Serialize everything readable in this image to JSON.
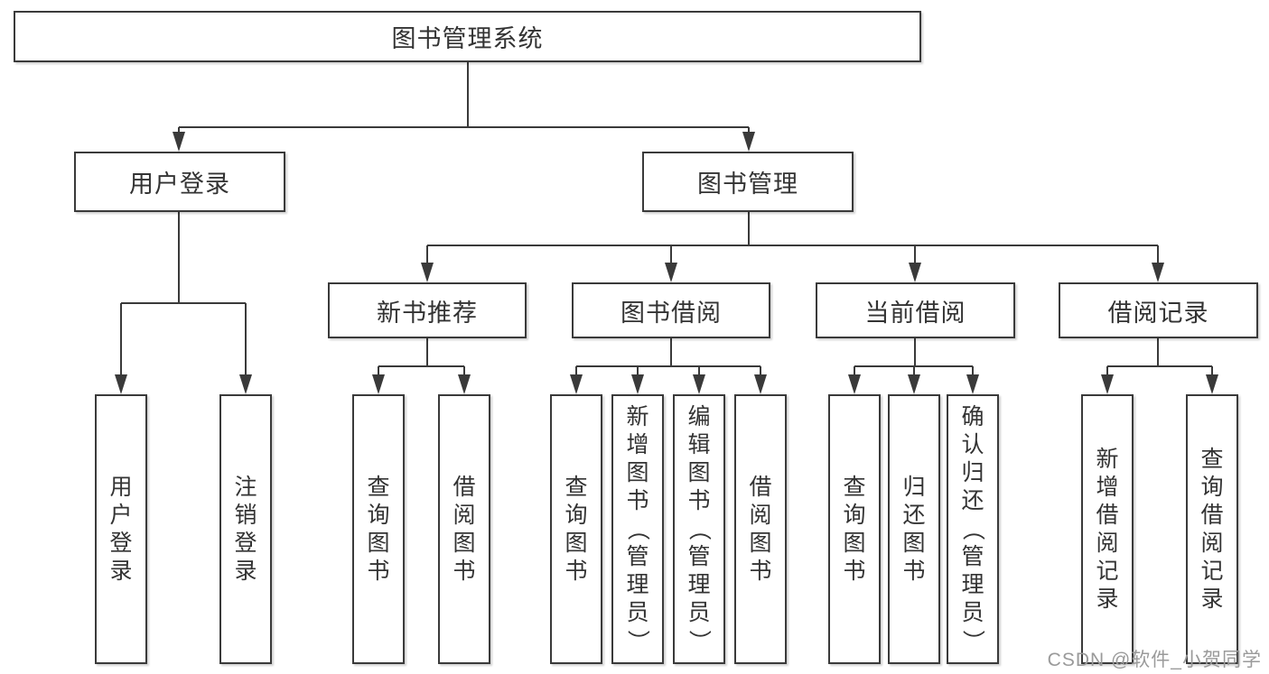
{
  "tree": {
    "root": {
      "label": "图书管理系统"
    },
    "branches": [
      {
        "label": "用户登录",
        "children": [
          {
            "label": "用户登录"
          },
          {
            "label": "注销登录"
          }
        ]
      },
      {
        "label": "图书管理",
        "groups": [
          {
            "label": "新书推荐",
            "children": [
              {
                "label": "查询图书"
              },
              {
                "label": "借阅图书"
              }
            ]
          },
          {
            "label": "图书借阅",
            "children": [
              {
                "label": "查询图书"
              },
              {
                "label": "新增图书（管理员）"
              },
              {
                "label": "编辑图书（管理员）"
              },
              {
                "label": "借阅图书"
              }
            ]
          },
          {
            "label": "当前借阅",
            "children": [
              {
                "label": "查询图书"
              },
              {
                "label": "归还图书"
              },
              {
                "label": "确认归还（管理员）"
              }
            ]
          },
          {
            "label": "借阅记录",
            "children": [
              {
                "label": "新增借阅记录"
              },
              {
                "label": "查询借阅记录"
              }
            ]
          }
        ]
      }
    ]
  },
  "line_color": "#3a3a3a",
  "watermark": "CSDN @软件_小贺同学"
}
